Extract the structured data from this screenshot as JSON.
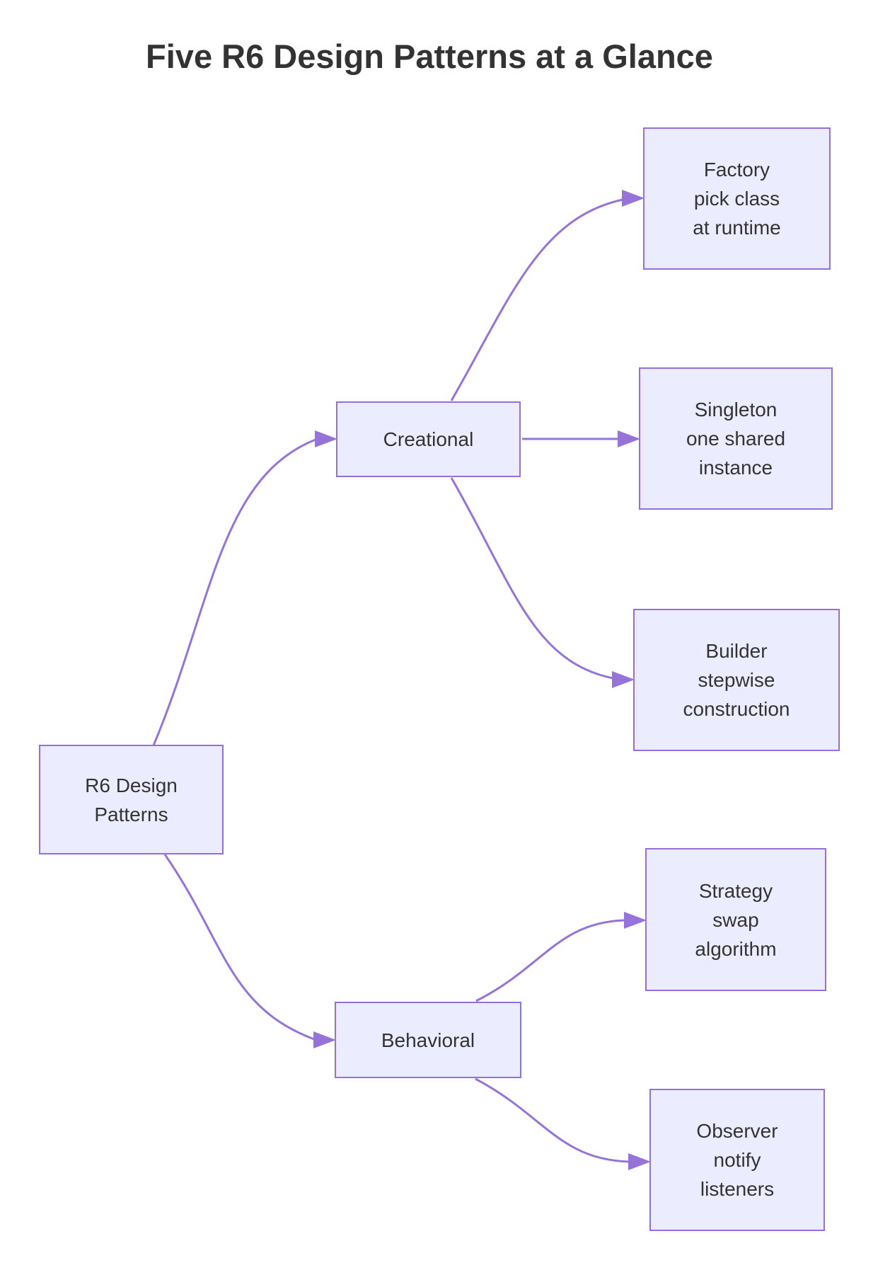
{
  "title": "Five R6 Design Patterns at a Glance",
  "colors": {
    "node_fill": "#ECECFF",
    "node_border": "#9370DB",
    "edge": "#9673D8",
    "text": "#333333",
    "title_text": "#333333",
    "background": "#FFFFFF"
  },
  "diagram": {
    "type": "flowchart",
    "direction": "left-to-right",
    "nodes": {
      "root": {
        "lines": [
          "R6 Design",
          "Patterns"
        ]
      },
      "creational": {
        "lines": [
          "Creational"
        ]
      },
      "behavioral": {
        "lines": [
          "Behavioral"
        ]
      },
      "factory": {
        "lines": [
          "Factory",
          "pick class",
          "at runtime"
        ]
      },
      "singleton": {
        "lines": [
          "Singleton",
          "one shared",
          "instance"
        ]
      },
      "builder": {
        "lines": [
          "Builder",
          "stepwise",
          "construction"
        ]
      },
      "strategy": {
        "lines": [
          "Strategy",
          "swap",
          "algorithm"
        ]
      },
      "observer": {
        "lines": [
          "Observer",
          "notify",
          "listeners"
        ]
      }
    },
    "edges": [
      {
        "from": "R6 Design Patterns",
        "to": "Creational"
      },
      {
        "from": "R6 Design Patterns",
        "to": "Behavioral"
      },
      {
        "from": "Creational",
        "to": "Factory pick class at runtime"
      },
      {
        "from": "Creational",
        "to": "Singleton one shared instance"
      },
      {
        "from": "Creational",
        "to": "Builder stepwise construction"
      },
      {
        "from": "Behavioral",
        "to": "Strategy swap algorithm"
      },
      {
        "from": "Behavioral",
        "to": "Observer notify listeners"
      }
    ]
  }
}
